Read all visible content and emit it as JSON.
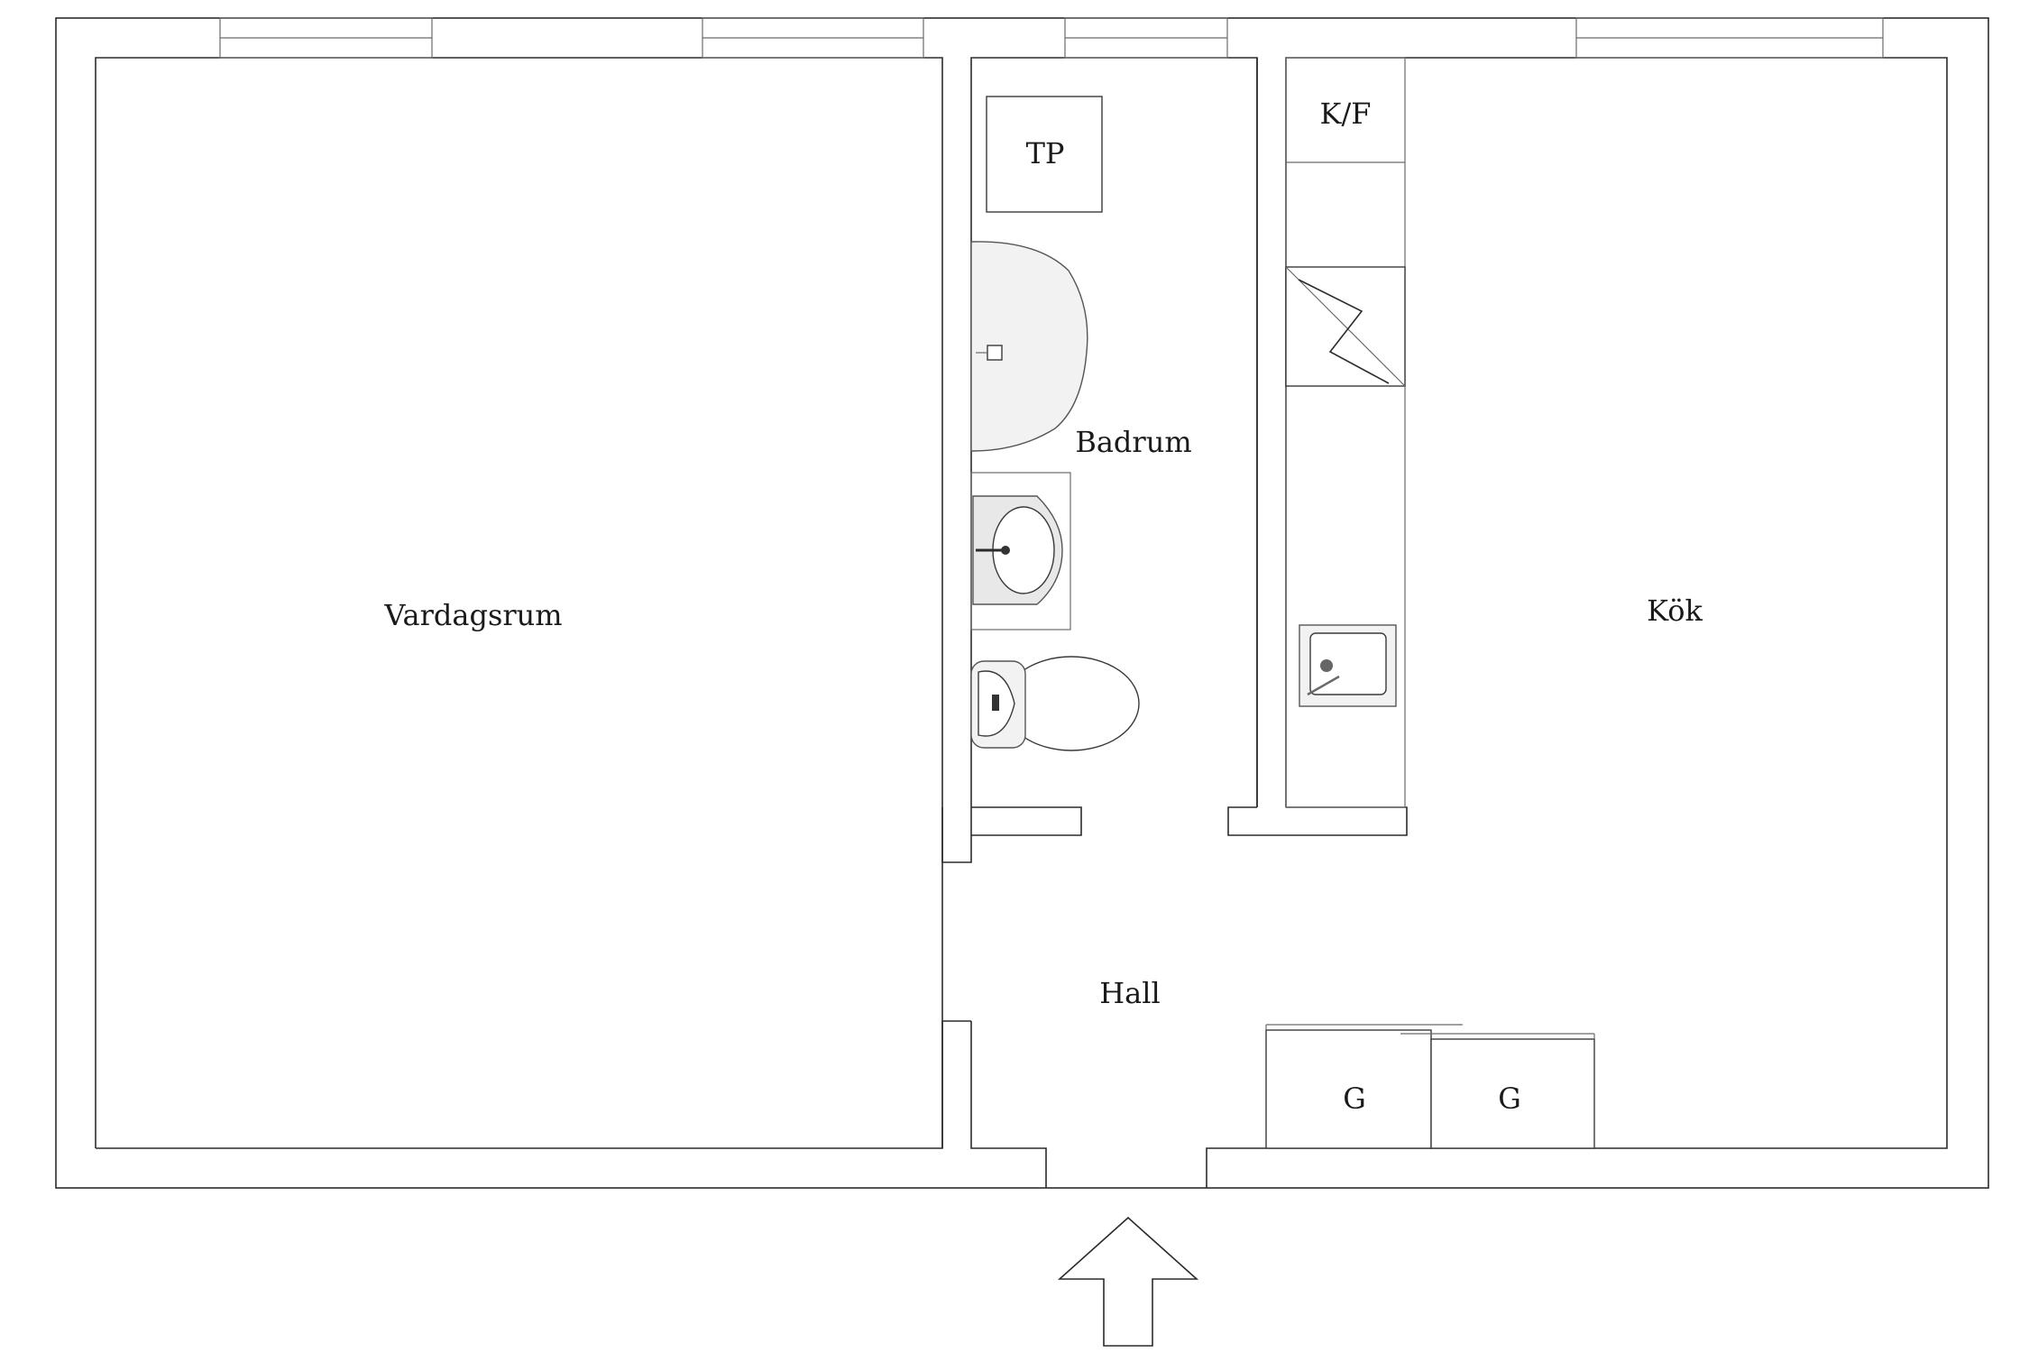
{
  "rooms": {
    "living": "Vardagsrum",
    "bathroom": "Badrum",
    "kitchen": "Kök",
    "hall": "Hall"
  },
  "fixtures": {
    "washer": "TP",
    "fridge_freezer": "K/F",
    "wardrobe_left": "G",
    "wardrobe_right": "G"
  },
  "icons": {
    "entrance": "arrow-up-icon",
    "stove": "stove-icon",
    "kitchen_sink": "kitchen-sink-icon",
    "bath_sink": "washbasin-icon",
    "toilet": "toilet-icon",
    "shower": "shower-icon"
  }
}
